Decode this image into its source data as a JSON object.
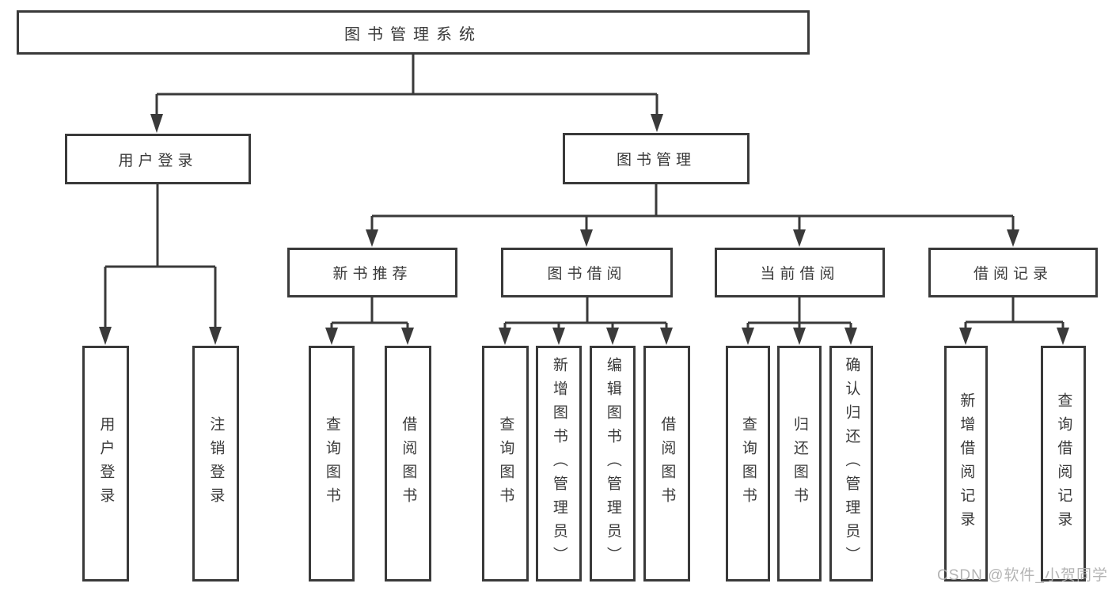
{
  "title": "图书管理系统",
  "colors": {
    "line": "#3a3a3a",
    "text": "#3a3a3a",
    "background": "#ffffff",
    "watermark": "#aeaeae"
  },
  "watermark": {
    "text": "CSDN @软件_小贺同学"
  },
  "nodes": {
    "root": {
      "label": "图书管理系统"
    },
    "user_login": {
      "label": "用户登录"
    },
    "book_mgmt": {
      "label": "图书管理"
    },
    "new_book_rec": {
      "label": "新书推荐"
    },
    "book_borrow": {
      "label": "图书借阅"
    },
    "current_borrow": {
      "label": "当前借阅"
    },
    "borrow_record": {
      "label": "借阅记录"
    },
    "leaves": {
      "login": {
        "label": "用户登录"
      },
      "logout": {
        "label": "注销登录"
      },
      "rec_query": {
        "label": "查询图书"
      },
      "rec_borrow": {
        "label": "借阅图书"
      },
      "bb_query": {
        "label": "查询图书"
      },
      "bb_add": {
        "label": "新增图书（管理员）"
      },
      "bb_edit": {
        "label": "编辑图书（管理员）"
      },
      "bb_borrow": {
        "label": "借阅图书"
      },
      "cb_query": {
        "label": "查询图书"
      },
      "cb_return": {
        "label": "归还图书"
      },
      "cb_confirm": {
        "label": "确认归还（管理员）"
      },
      "br_add": {
        "label": "新增借阅记录"
      },
      "br_query": {
        "label": "查询借阅记录"
      }
    }
  },
  "tree": {
    "root": "图书管理系统",
    "children": [
      {
        "label": "用户登录",
        "children": [
          "用户登录",
          "注销登录"
        ]
      },
      {
        "label": "图书管理",
        "children": [
          {
            "label": "新书推荐",
            "children": [
              "查询图书",
              "借阅图书"
            ]
          },
          {
            "label": "图书借阅",
            "children": [
              "查询图书",
              "新增图书（管理员）",
              "编辑图书（管理员）",
              "借阅图书"
            ]
          },
          {
            "label": "当前借阅",
            "children": [
              "查询图书",
              "归还图书",
              "确认归还（管理员）"
            ]
          },
          {
            "label": "借阅记录",
            "children": [
              "新增借阅记录",
              "查询借阅记录"
            ]
          }
        ]
      }
    ]
  }
}
